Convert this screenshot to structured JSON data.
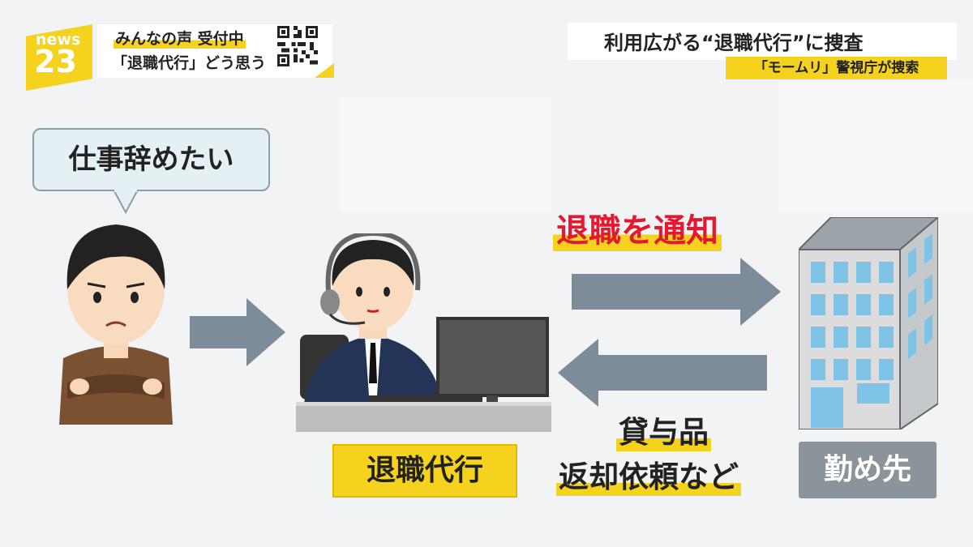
{
  "header_left": {
    "logo_top": "news",
    "logo_bottom": "23",
    "line1": "みんなの声 受付中",
    "line2": "「退職代行」どう思う"
  },
  "header_right": {
    "title": "利用広がる“退職代行”に捜査",
    "subtitle": "「モームリ」警視庁が捜索"
  },
  "diagram": {
    "speech": "仕事辞めたい",
    "agent_label": "退職代行",
    "company_label": "勤め先",
    "notify": "退職を通知",
    "return_line1": "貸与品",
    "return_line2": "返却依頼など"
  },
  "colors": {
    "yellow": "#f5d21e",
    "red": "#e3192f",
    "arrow": "#7d8c99"
  }
}
